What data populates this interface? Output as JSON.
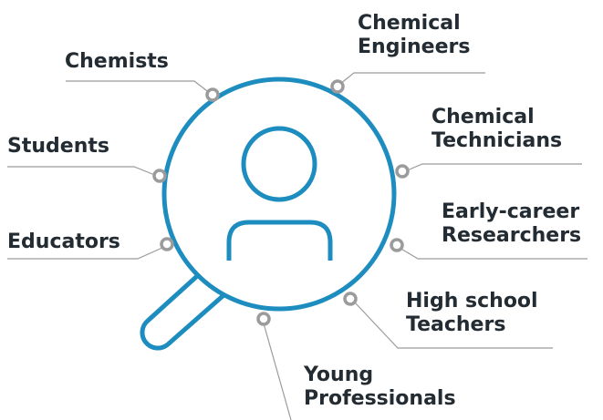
{
  "diagram": {
    "accent_color": "#1d8dc0",
    "connector_color": "#9b9b9b",
    "text_color": "#232b33",
    "center_icon": "user-icon",
    "frame_icon": "magnifying-glass-icon",
    "labels": {
      "chemists": "Chemists",
      "students": "Students",
      "educators": "Educators",
      "chemical_engineers": [
        "Chemical",
        "Engineers"
      ],
      "chemical_technicians": [
        "Chemical",
        "Technicians"
      ],
      "early_career_researchers": [
        "Early-career",
        "Researchers"
      ],
      "high_school_teachers": [
        "High school",
        "Teachers"
      ],
      "young_professionals": [
        "Young",
        "Professionals"
      ]
    }
  }
}
